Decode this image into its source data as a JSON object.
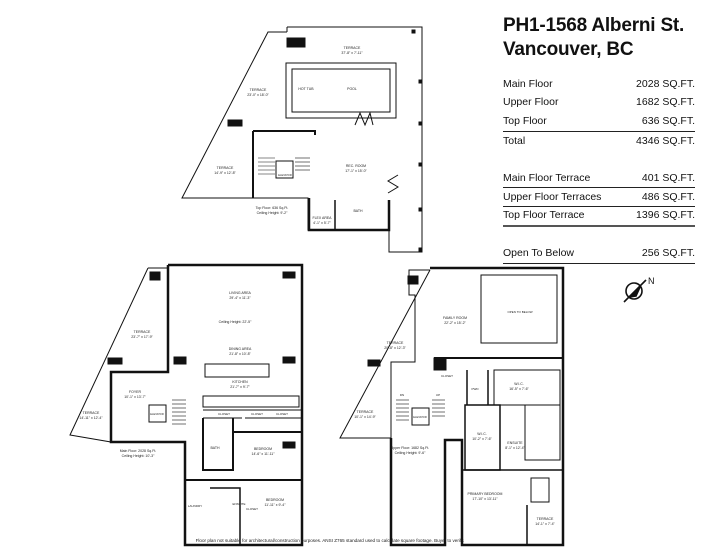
{
  "title": {
    "line1": "PH1-1568 Alberni St.",
    "line2": "Vancouver, BC"
  },
  "areas": [
    {
      "label": "Main Floor",
      "value": "2028 SQ.FT."
    },
    {
      "label": "Upper Floor",
      "value": "1682 SQ.FT."
    },
    {
      "label": "Top Floor",
      "value": "636 SQ.FT."
    }
  ],
  "total": {
    "label": "Total",
    "value": "4346 SQ.FT."
  },
  "terraces": [
    {
      "label": "Main Floor Terrace",
      "value": "401 SQ.FT."
    },
    {
      "label": "Upper Floor Terraces",
      "value": "486 SQ.FT."
    },
    {
      "label": "Top Floor Terrace",
      "value": "1396 SQ.FT."
    }
  ],
  "open_to_below": {
    "label": "Open To Below",
    "value": "256 SQ.FT."
  },
  "compass": {
    "label": "N"
  },
  "top_floor": {
    "terrace_1": {
      "name": "TERRACE",
      "dim": "37'-8\" x 7'-11\""
    },
    "terrace_2": {
      "name": "TERRACE",
      "dim": "23'-0\" x 18'-0\""
    },
    "terrace_3": {
      "name": "TERRACE",
      "dim": "14'-9\" x 12'-8\""
    },
    "hot_tub": "HOT TUB",
    "pool": "POOL",
    "rec_room": {
      "name": "REC. ROOM",
      "dim": "17'-1\" x 15'-0\""
    },
    "elevator": "ELEVATOR",
    "flex_area": {
      "name": "FLEX AREA",
      "dim": "4'-1\" x 5'-7\""
    },
    "bath": "BATH",
    "floor_note": "Top Floor: 636 Sq.Ft.",
    "ceiling_note": "Ceiling Height: 9'-2\""
  },
  "main_floor": {
    "terrace_1": {
      "name": "TERRACE",
      "dim": "23'-7\" x 17'-9\""
    },
    "terrace_2": {
      "name": "TERRACE",
      "dim": "14'-11\" x 12'-4\""
    },
    "living": {
      "name": "LIVING AREA",
      "dim": "29'-4\" x 11'-3\""
    },
    "ceiling": "Ceiling Height: 22'-5\"",
    "dining": {
      "name": "DINING AREA",
      "dim": "21'-8\" x 10'-8\""
    },
    "kitchen": {
      "name": "KITCHEN",
      "dim": "21'-7\" x 9'-7\""
    },
    "foyer": {
      "name": "FOYER",
      "dim": "10'-1\" x 13'-7\""
    },
    "elevator": "ELEVATOR",
    "closet_1": "CLOSET",
    "closet_2": "CLOSET",
    "closet_3": "CLOSET",
    "bath": "BATH",
    "bedroom_1": {
      "name": "BEDROOM",
      "dim": "14'-6\" x 11'-11\""
    },
    "bedroom_2": {
      "name": "BEDROOM",
      "dim": "11'-11\" x 9'-4\""
    },
    "laundry": "LAUNDRY",
    "ensuite": "ENSUITE",
    "closet_4": "CLOSET",
    "floor_note": "Main Floor: 2028 Sq.Ft.",
    "ceiling_note": "Ceiling Height: 10'-3\""
  },
  "upper_floor": {
    "terrace_1": {
      "name": "TERRACE",
      "dim": "20'-8\" x 12'-3\""
    },
    "terrace_2": {
      "name": "TERRACE",
      "dim": "10'-1\" x 14'-9\""
    },
    "terrace_3": {
      "name": "TERRACE",
      "dim": "14'-1\" x 7'-4\""
    },
    "family": {
      "name": "FAMILY ROOM",
      "dim": "22'-2\" x 15'-2\""
    },
    "open_to_below": "OPEN TO BELOW",
    "closet": "CLOSET",
    "pwd": "PWD",
    "wic_1": {
      "name": "W.I.C.",
      "dim": "16'-5\" x 7'-6\""
    },
    "wic_2": {
      "name": "W.I.C.",
      "dim": "10'-2\" x 7'-6\""
    },
    "ensuite": {
      "name": "ENSUITE",
      "dim": "8'-1\" x 12'-4\""
    },
    "primary": {
      "name": "PRIMARY BEDROOM",
      "dim": "17'-10\" x 13'-11\""
    },
    "elevator": "ELEVATOR",
    "dn": "DN",
    "up": "UP",
    "floor_note": "Upper Floor: 1682 Sq.Ft.",
    "ceiling_note": "Ceiling Height: 9'-6\""
  },
  "footer": "Floor plan not suitable for architectural/construction purposes. ANSI Z765 standard used to calculate square footage. Buyer to verify."
}
